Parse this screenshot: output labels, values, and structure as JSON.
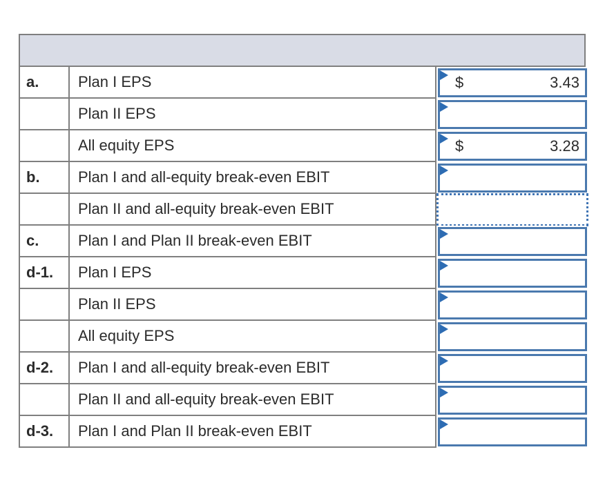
{
  "table": {
    "header_label": "",
    "rows": [
      {
        "label": "a.",
        "description": "Plan I EPS",
        "currency": "$",
        "value": "3.43",
        "input_style": "solid"
      },
      {
        "label": "",
        "description": "Plan II EPS",
        "currency": "",
        "value": "",
        "input_style": "solid"
      },
      {
        "label": "",
        "description": "All equity EPS",
        "currency": "$",
        "value": "3.28",
        "input_style": "solid"
      },
      {
        "label": "b.",
        "description": "Plan I and all-equity break-even EBIT",
        "currency": "",
        "value": "",
        "input_style": "solid"
      },
      {
        "label": "",
        "description": "Plan II and all-equity break-even EBIT",
        "currency": "",
        "value": "",
        "input_style": "dotted"
      },
      {
        "label": "c.",
        "description": "Plan I and Plan II break-even EBIT",
        "currency": "",
        "value": "",
        "input_style": "solid"
      },
      {
        "label": "d-1.",
        "description": "Plan I EPS",
        "currency": "",
        "value": "",
        "input_style": "solid"
      },
      {
        "label": "",
        "description": "Plan II EPS",
        "currency": "",
        "value": "",
        "input_style": "solid"
      },
      {
        "label": "",
        "description": "All equity EPS",
        "currency": "",
        "value": "",
        "input_style": "solid"
      },
      {
        "label": "d-2.",
        "description": "Plan I and all-equity break-even EBIT",
        "currency": "",
        "value": "",
        "input_style": "solid"
      },
      {
        "label": "",
        "description": "Plan II and all-equity break-even EBIT",
        "currency": "",
        "value": "",
        "input_style": "solid"
      },
      {
        "label": "d-3.",
        "description": "Plan I and Plan II break-even EBIT",
        "currency": "",
        "value": "",
        "input_style": "solid"
      }
    ],
    "colors": {
      "header_fill": "#d9dce6",
      "grid_border": "#7f7f7f",
      "input_border": "#4a79ae",
      "active_input_border": "#3f74b4",
      "flag_blue": "#2d6cb3",
      "text": "#2b2b2b"
    }
  }
}
